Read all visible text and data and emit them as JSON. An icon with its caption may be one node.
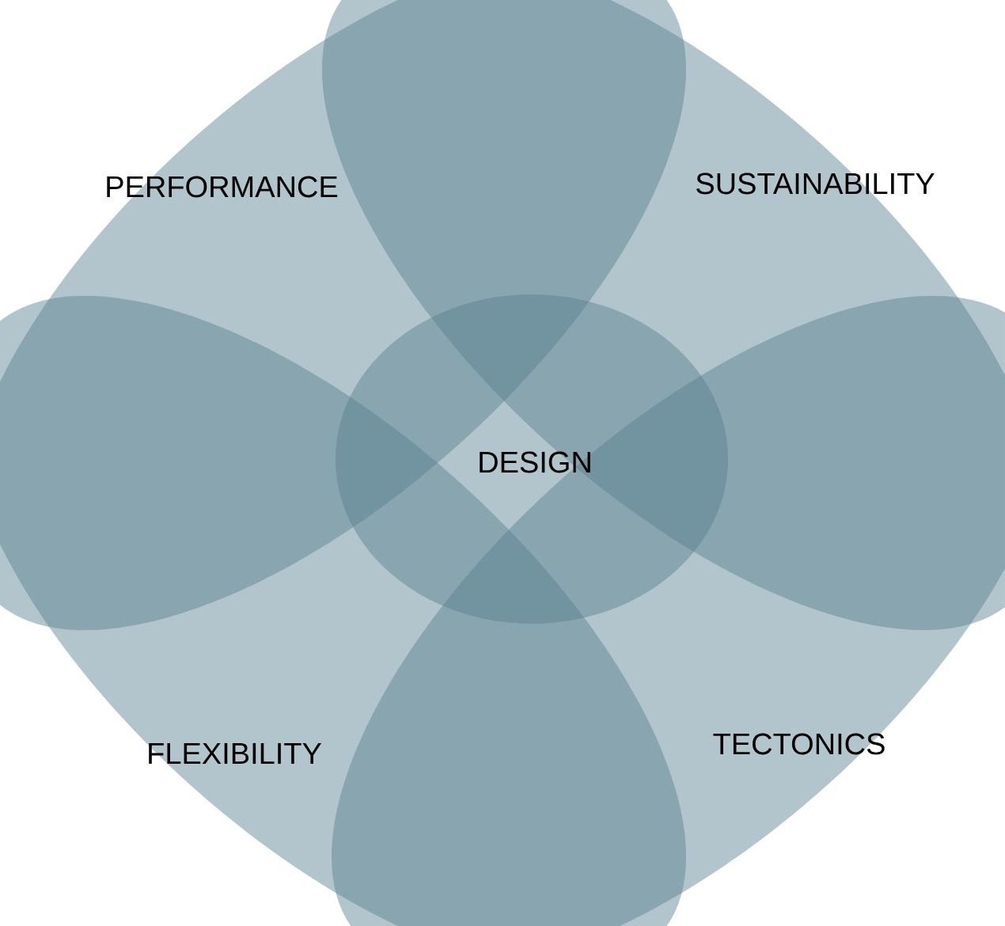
{
  "diagram": {
    "nodes": [
      {
        "text": [
          "PERFORMANCE"
        ]
      },
      {
        "text": [
          "SUSTAINABILITY"
        ]
      },
      {
        "text": [
          "DESIGN"
        ]
      },
      {
        "text": [
          "FLEXIBILITY"
        ]
      },
      {
        "text": [
          "TECTONICS"
        ]
      }
    ]
  }
}
